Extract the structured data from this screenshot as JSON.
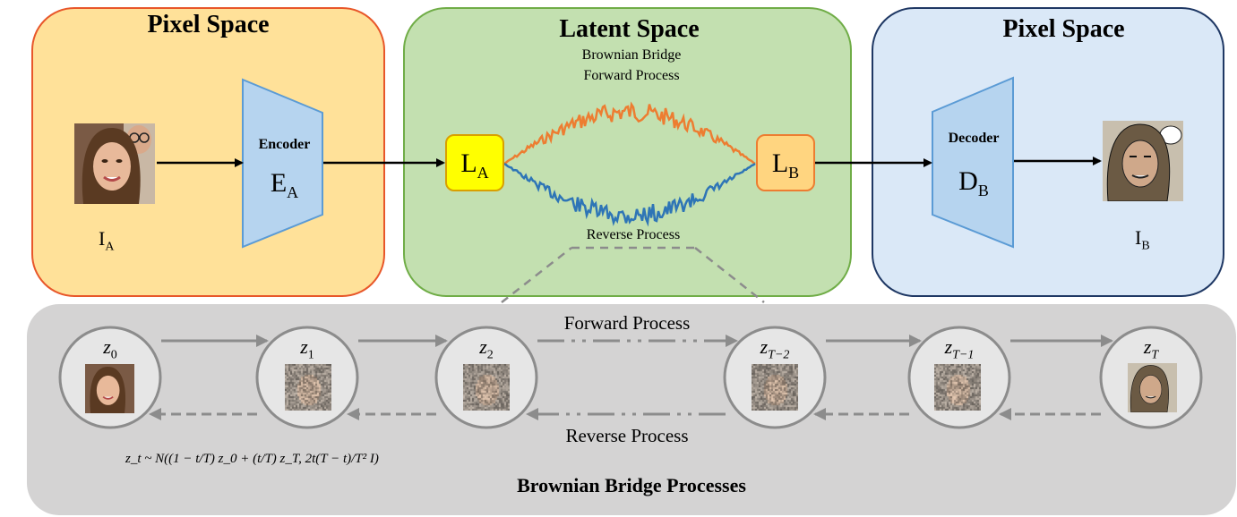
{
  "panels": {
    "left": {
      "title": "Pixel Space",
      "image_label": "I",
      "image_label_sub": "A",
      "encoder_title": "Encoder",
      "encoder_symbol": "E",
      "encoder_sub": "A"
    },
    "middle": {
      "title": "Latent Space",
      "forward_line1": "Brownian Bridge",
      "forward_line2": "Forward Process",
      "reverse_label": "Reverse Process",
      "start_node": "L",
      "start_sub": "A",
      "end_node": "L",
      "end_sub": "B"
    },
    "right": {
      "title": "Pixel Space",
      "decoder_title": "Decoder",
      "decoder_symbol": "D",
      "decoder_sub": "B",
      "image_label": "I",
      "image_label_sub": "B"
    }
  },
  "bottom": {
    "title": "Brownian Bridge Processes",
    "forward_label": "Forward Process",
    "reverse_label": "Reverse Process",
    "states": [
      {
        "var": "z",
        "sub": "0"
      },
      {
        "var": "z",
        "sub": "1"
      },
      {
        "var": "z",
        "sub": "2"
      },
      {
        "var": "z",
        "sub": "T−2"
      },
      {
        "var": "z",
        "sub": "T−1"
      },
      {
        "var": "z",
        "sub": "T"
      }
    ],
    "formula": "z_t ~ N((1 − t/T) z_0 + (t/T) z_T, 2t(T − t)/T² I)"
  },
  "colors": {
    "pixel_left_fill": "#FFE199",
    "pixel_left_border": "#E8572A",
    "latent_fill": "#C3E0B0",
    "latent_border": "#70AD47",
    "pixel_right_fill": "#DAE8F7",
    "pixel_right_border": "#1F3864",
    "bottom_fill": "#D4D3D3",
    "trapezoid_fill": "#B6D4EF",
    "trapezoid_border": "#5B9BD5",
    "la_fill": "#FFFF00",
    "lb_fill": "#FFD580",
    "forward_curve": "#ED7D31",
    "reverse_curve": "#2E75B6",
    "circle_fill": "#E6E6E6",
    "circle_border": "#8C8C8C",
    "arrow_gray": "#8C8C8C"
  },
  "icons": [
    "face-photo",
    "cartoon-face",
    "noisy-face"
  ]
}
